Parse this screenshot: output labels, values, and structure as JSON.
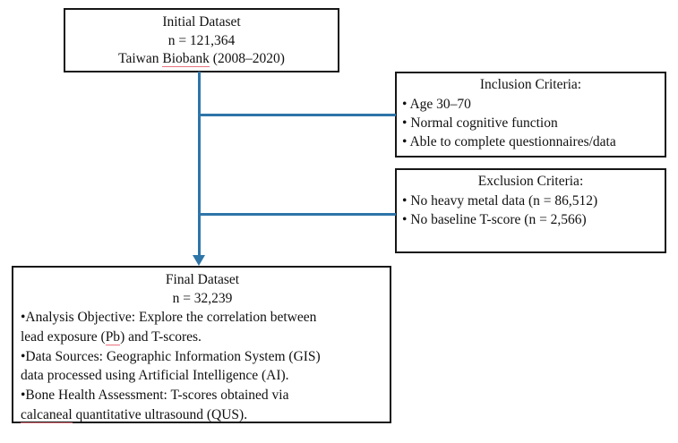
{
  "diagram": {
    "type": "flowchart",
    "connector_color": "#2e75a8",
    "box_border_color": "#161616",
    "spellcheck_underline_color": "#e8737e",
    "boxes": {
      "initial": {
        "title": "Initial Dataset",
        "n": "n = 121,364",
        "source_prefix": "Taiwan ",
        "source_flagged": "Biobank",
        "source_suffix": " (2008–2020)"
      },
      "inclusion": {
        "heading": "Inclusion Criteria:",
        "items": [
          "• Age 30–70",
          "• Normal cognitive function",
          "• Able to complete questionnaires/data"
        ]
      },
      "exclusion": {
        "heading": "Exclusion Criteria:",
        "items": [
          "• No heavy metal data (n = 86,512)",
          "• No baseline T-score (n = 2,566)"
        ]
      },
      "final": {
        "title": "Final Dataset",
        "n": "n = 32,239",
        "lines": [
          {
            "pre": "•Analysis Objective: Explore the correlation between",
            "flagged": "",
            "post": ""
          },
          {
            "pre": "lead exposure (",
            "flagged": "Pb",
            "post": ") and T-scores."
          },
          {
            "pre": "•Data Sources: Geographic Information System (GIS)",
            "flagged": "",
            "post": ""
          },
          {
            "pre": "data processed using Artificial Intelligence (AI).",
            "flagged": "",
            "post": ""
          },
          {
            "pre": "•Bone Health Assessment: T-scores obtained via",
            "flagged": "",
            "post": ""
          },
          {
            "pre": "",
            "flagged": "calcaneal",
            "post": " quantitative ultrasound (QUS)."
          }
        ]
      }
    }
  }
}
